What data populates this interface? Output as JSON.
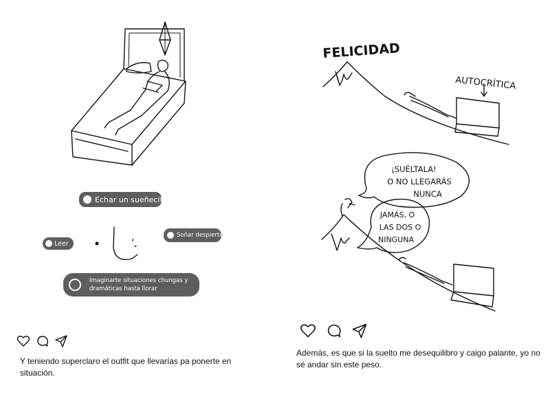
{
  "left_panel": {
    "options": {
      "nap": "Echar un sueñecito",
      "daydream": "Soñar despierto",
      "read": "Leer",
      "imagine": "Imaginarte situaciones chungas y dramáticas hasta llorar"
    },
    "caption": "Y teniendo superclaro el outfit que llevarías pa ponerte en situación."
  },
  "right_panel": {
    "labels": {
      "felicidad": "FELICIDAD",
      "autocritica": "AUTOCRÍTICA"
    },
    "speech_1": [
      "¡SUÉLTALA!",
      "O NO LLEGARÁS",
      "NUNCA"
    ],
    "speech_2": [
      "JAMÁS, O",
      "LAS DOS O",
      "NINGUNA"
    ],
    "caption": "Además, es que si la suelto me desequilibro y caigo palante, yo no sé andar sin este peso."
  },
  "icons": [
    "heart-icon",
    "comment-icon",
    "share-icon"
  ]
}
